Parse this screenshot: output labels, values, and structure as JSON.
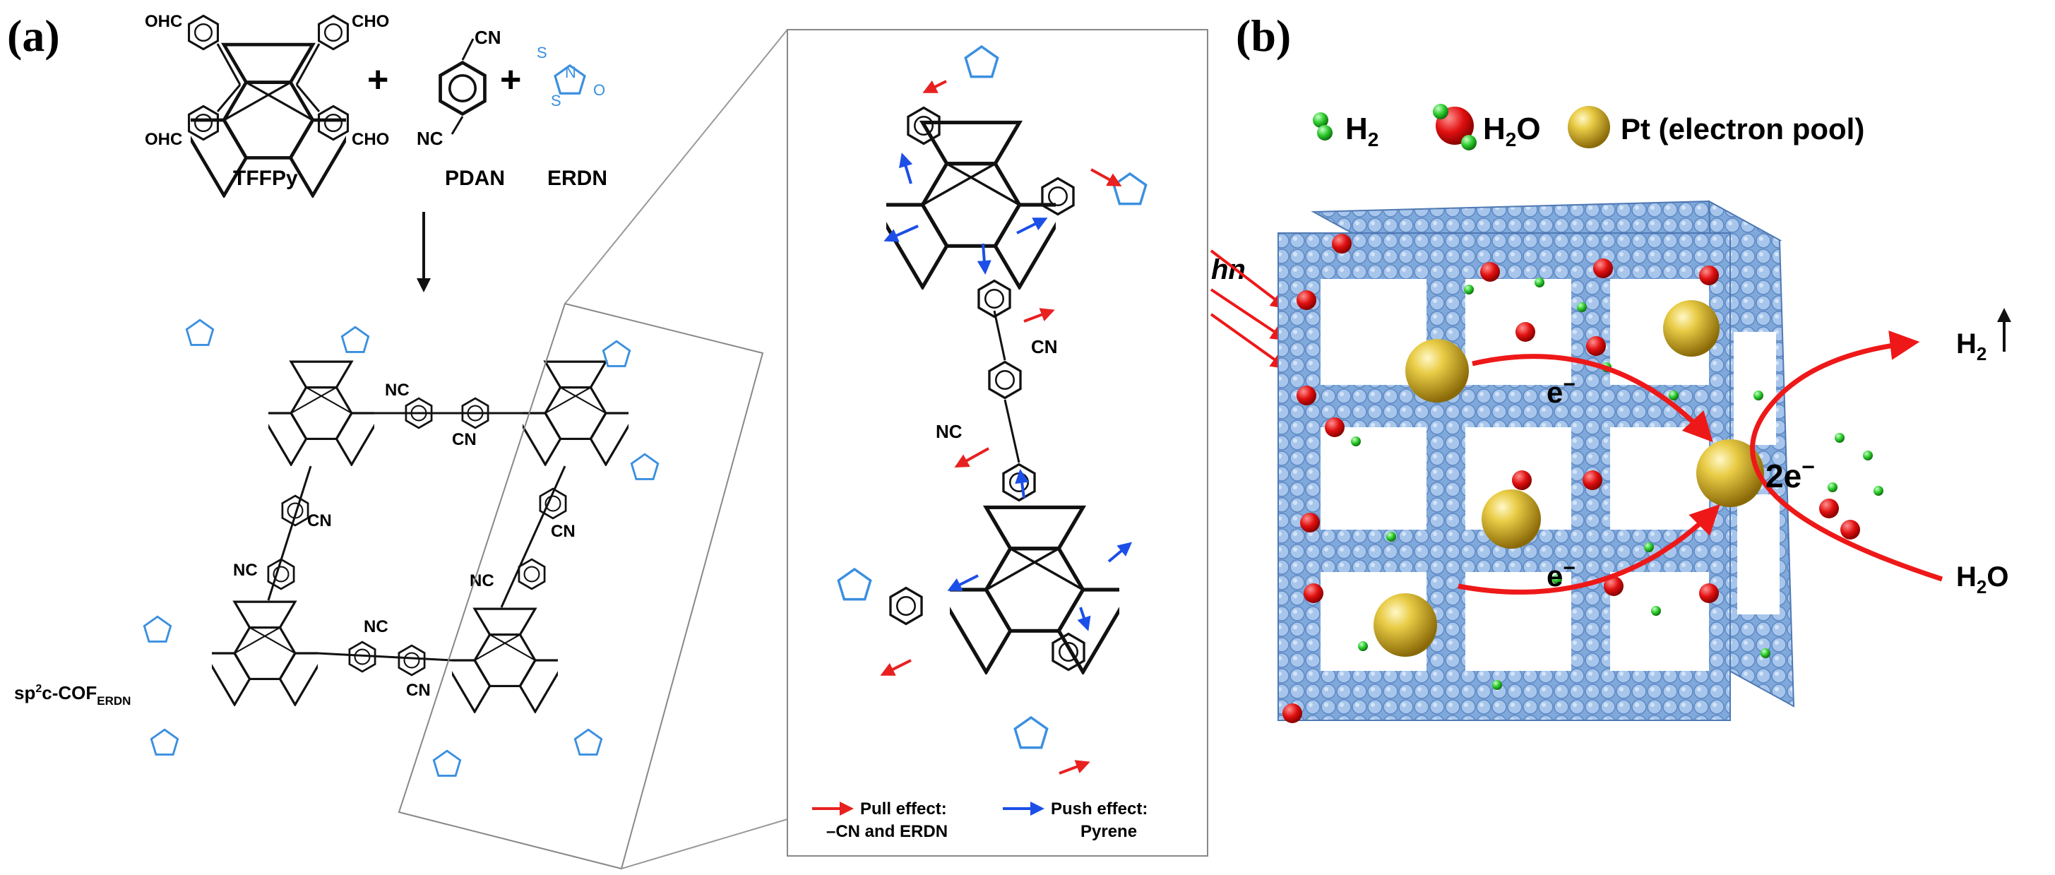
{
  "panel_a": {
    "label": "(a)",
    "reactants": {
      "tffpy": {
        "name": "TFFPy",
        "substituent": "CHO",
        "substituent_left": "OHC"
      },
      "pdan": {
        "name": "PDAN",
        "group_top": "CN",
        "group_bottom": "NC"
      },
      "erdn": {
        "name": "ERDN",
        "atom_s": "S",
        "atom_n": "N",
        "atom_o": "O"
      },
      "plus": "+"
    },
    "cof": {
      "name_prefix": "sp",
      "name_sup": "2",
      "name_mid": "c-COF",
      "name_sub": "ERDN",
      "cn_label": "CN",
      "nc_label": "NC"
    },
    "inset": {
      "cn_label": "CN",
      "nc_label": "NC",
      "legend": {
        "pull_title": "Pull effect:",
        "pull_detail": "–CN and ERDN",
        "push_title": "Push effect:",
        "push_detail": "Pyrene"
      }
    }
  },
  "panel_b": {
    "label": "(b)",
    "legend": {
      "h2_main": "H",
      "h2_sub": "2",
      "h2o_main": "H",
      "h2o_sub": "2",
      "h2o_tail": "O",
      "pt": "Pt (electron pool)"
    },
    "light": "hn",
    "electron_e": "e",
    "electron_sup": "−",
    "two_e": "2e",
    "out_h2_main": "H",
    "out_h2_sub": "2",
    "in_h2o_main": "H",
    "in_h2o_sub": "2",
    "in_h2o_tail": "O"
  },
  "colors": {
    "ink": "#111111",
    "substituent_blue": "#3a8fe0",
    "pull_arrow": "#e82020",
    "push_arrow": "#1c4fe8",
    "framework": "#7fa9db",
    "framework_dark": "#4f79b3",
    "oxygen_red": "#e01010",
    "hydrogen_green": "#2ccc2c",
    "pt_gold": "#d4b020",
    "flow_arrow": "#ee1818"
  }
}
